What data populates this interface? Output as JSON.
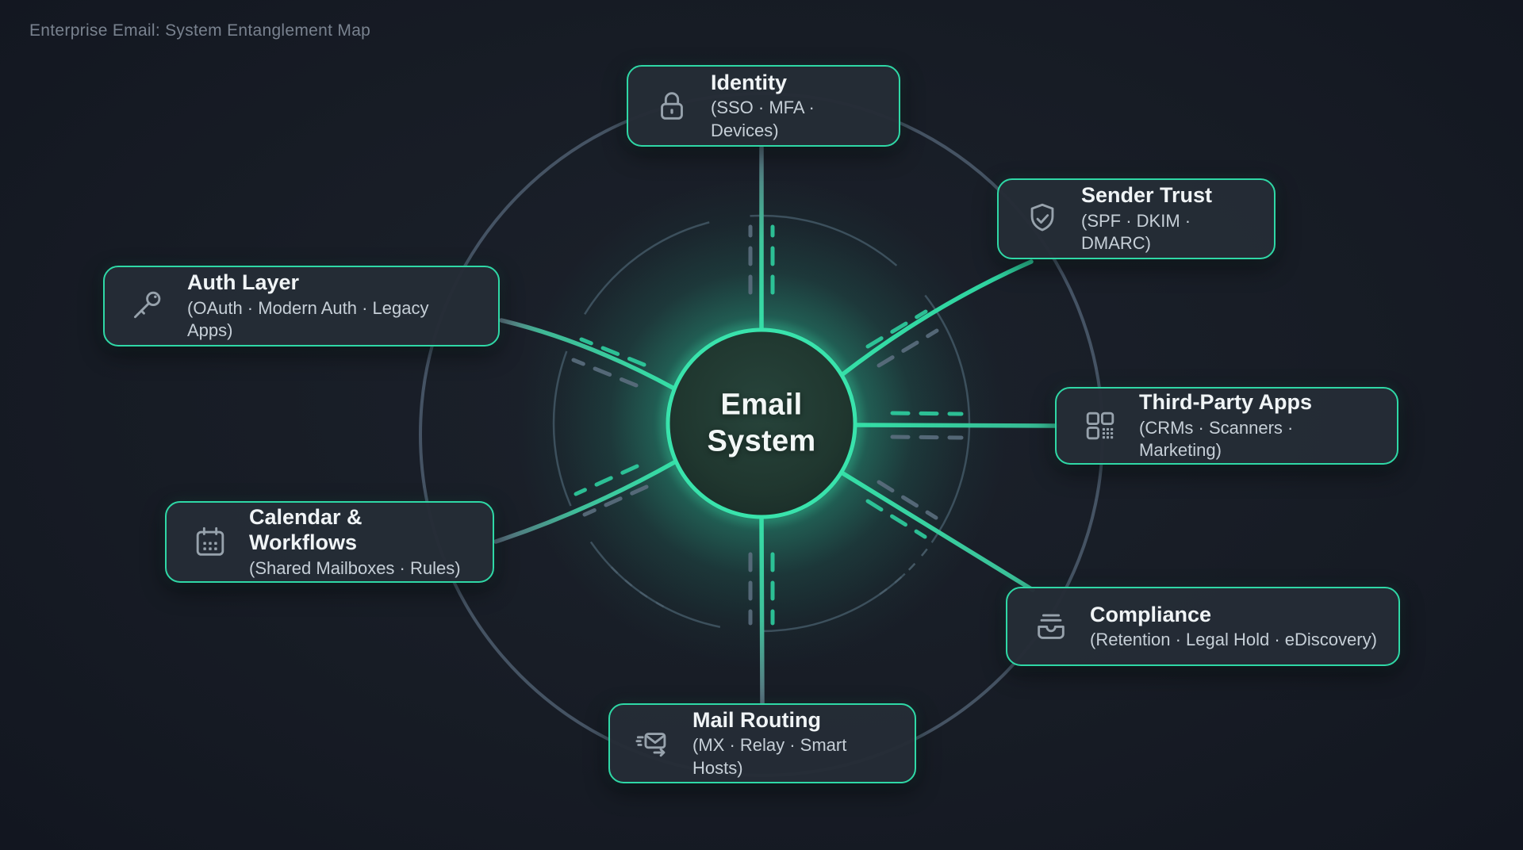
{
  "page": {
    "title": "Enterprise Email: System Entanglement Map"
  },
  "center": {
    "label_line1": "Email",
    "label_line2": "System"
  },
  "nodes": [
    {
      "id": "identity",
      "icon": "lock-icon",
      "title": "Identity",
      "subtitle": "(SSO · MFA · Devices)"
    },
    {
      "id": "sender-trust",
      "icon": "shield-check-icon",
      "title": "Sender Trust",
      "subtitle": "(SPF · DKIM · DMARC)"
    },
    {
      "id": "third-party-apps",
      "icon": "apps-grid-icon",
      "title": "Third-Party Apps",
      "subtitle": "(CRMs · Scanners · Marketing)"
    },
    {
      "id": "compliance",
      "icon": "archive-tray-icon",
      "title": "Compliance",
      "subtitle": "(Retention · Legal Hold · eDiscovery)"
    },
    {
      "id": "mail-routing",
      "icon": "mail-send-icon",
      "title": "Mail Routing",
      "subtitle": "(MX · Relay · Smart Hosts)"
    },
    {
      "id": "calendar-workflows",
      "icon": "calendar-icon",
      "title": "Calendar & Workflows",
      "subtitle": "(Shared Mailboxes · Rules)"
    },
    {
      "id": "auth-layer",
      "icon": "key-icon",
      "title": "Auth Layer",
      "subtitle": "(OAuth · Modern Auth · Legacy Apps)"
    }
  ],
  "colors": {
    "accent_teal": "#35dfa7",
    "node_border": "#2fd8a6",
    "card_background": "#252c36",
    "page_background": "#171c25",
    "ring_slate": "#4d5d6e",
    "inner_ring_slate": "#41505f",
    "icon_gray": "#97a2ac",
    "text_primary": "#f0f4f6",
    "text_secondary": "#c6cfd7",
    "header_muted": "#79828f",
    "center_fill": "#20372f"
  }
}
